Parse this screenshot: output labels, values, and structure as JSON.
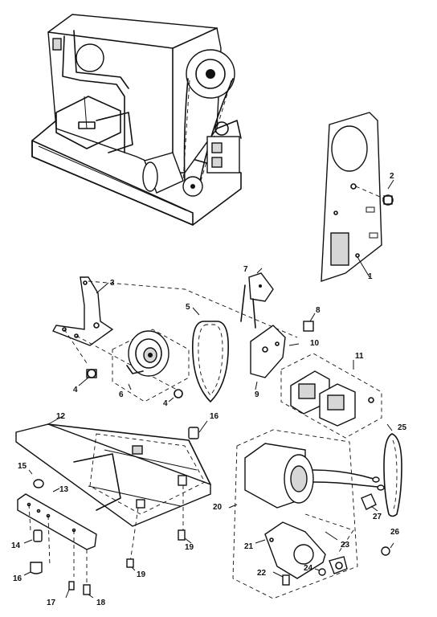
{
  "callouts": {
    "c1": "1",
    "c2": "2",
    "c3": "3",
    "c4a": "4",
    "c4b": "4",
    "c5": "5",
    "c6": "6",
    "c7": "7",
    "c8": "8",
    "c9": "9",
    "c10": "10",
    "c11": "11",
    "c12": "12",
    "c13": "13",
    "c14": "14",
    "c15": "15",
    "c16a": "16",
    "c16b": "16",
    "c17": "17",
    "c18": "18",
    "c19a": "19",
    "c19b": "19",
    "c20": "20",
    "c21": "21",
    "c22": "22",
    "c23": "23",
    "c24": "24",
    "c25": "25",
    "c26": "26",
    "c27": "27"
  }
}
